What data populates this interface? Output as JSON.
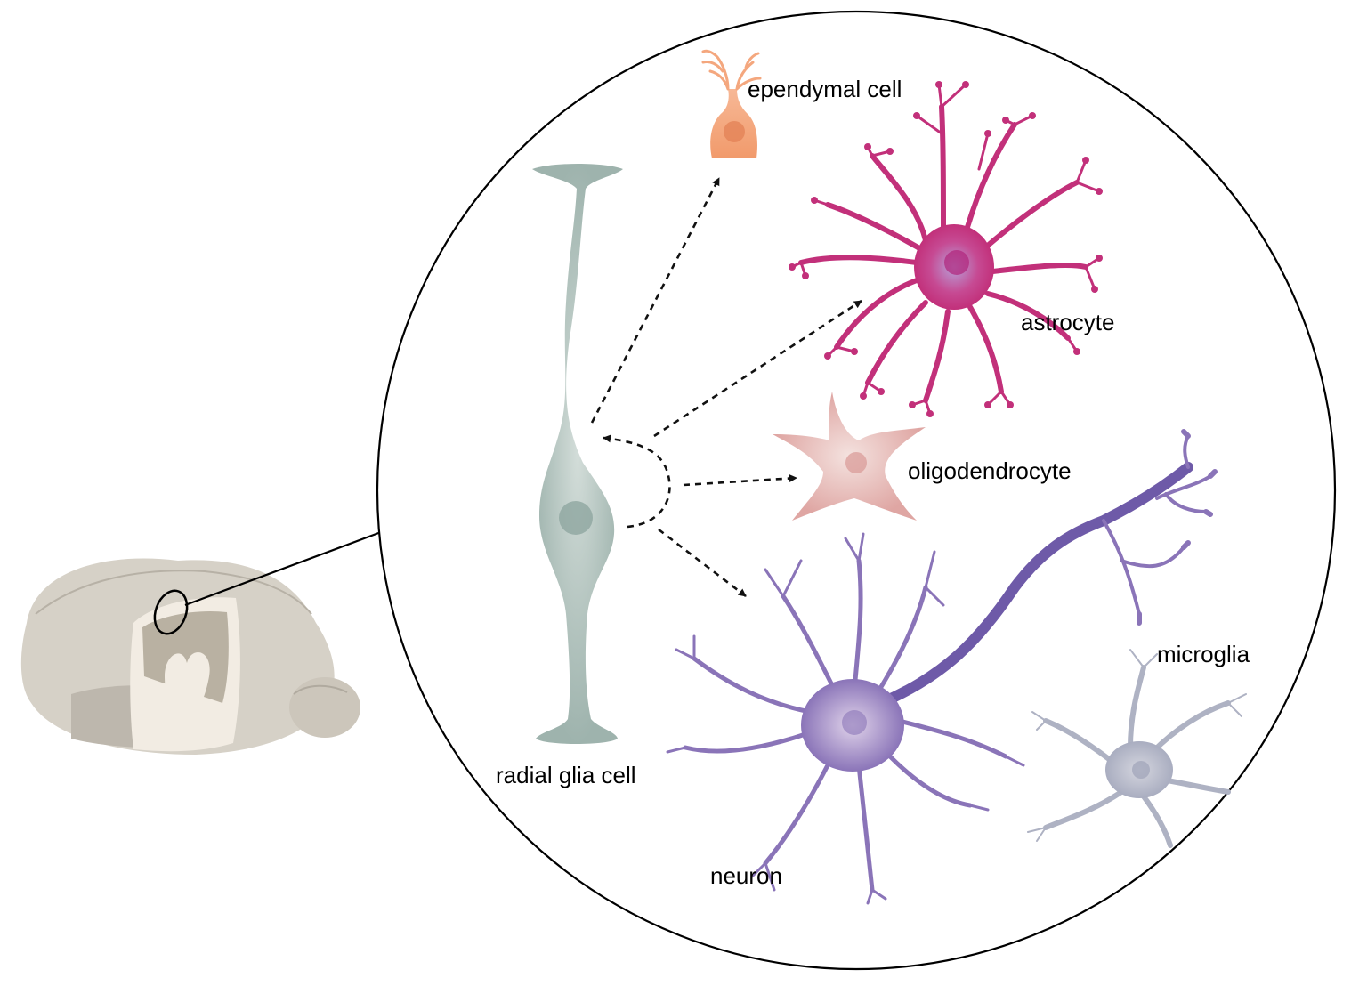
{
  "labels": {
    "ependymal": "ependymal cell",
    "astrocyte": "astrocyte",
    "oligodendrocyte": "oligodendrocyte",
    "microglia": "microglia",
    "radial_glia": "radial glia cell",
    "neuron": "neuron"
  },
  "colors": {
    "ependymal": "#f4a77e",
    "astrocyte": "#c2307a",
    "oligodendrocyte": "#e7b5b2",
    "neuron": "#8a74b8",
    "microglia": "#b5b9c9",
    "radial_glia": "#9eb3ad",
    "brain": "#d6d1c7"
  }
}
